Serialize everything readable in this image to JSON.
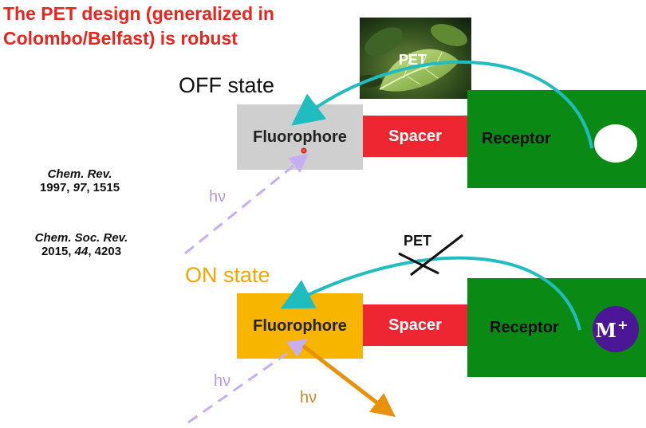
{
  "title": {
    "line1": "The PET design (generalized in",
    "line2": "Colombo/Belfast) is robust"
  },
  "states": {
    "off": "OFF  state",
    "on": "ON  state"
  },
  "references": [
    {
      "journal": "Chem.  Rev.",
      "citation_pre": "1997,  ",
      "volume": "97",
      "citation_post": ",  1515"
    },
    {
      "journal": "Chem.  Soc.  Rev.",
      "citation_pre": "2015,  ",
      "volume": "44",
      "citation_post": ",  4203"
    }
  ],
  "off_diagram": {
    "fluorophore": "Fluorophore",
    "spacer": "Spacer",
    "receptor": "Receptor",
    "pet_label": "PET",
    "hv_in": "hν"
  },
  "on_diagram": {
    "fluorophore": "Fluorophore",
    "spacer": "Spacer",
    "receptor": "Receptor",
    "pet_label": "PET",
    "hv_in": "hν",
    "hv_out": "hν",
    "metal_ion": "M+"
  },
  "colors": {
    "title": "#e8261e",
    "on_state": "#f2a600",
    "fluorophore_off": "#cfcfcf",
    "fluorophore_on": "#f7b500",
    "spacer": "#ee2632",
    "receptor": "#0a8a14",
    "pet_arrow": "#1fbcc0",
    "light_in": "#c7aef0",
    "light_out": "#e8920c",
    "metal_ion": "#4b1796"
  }
}
